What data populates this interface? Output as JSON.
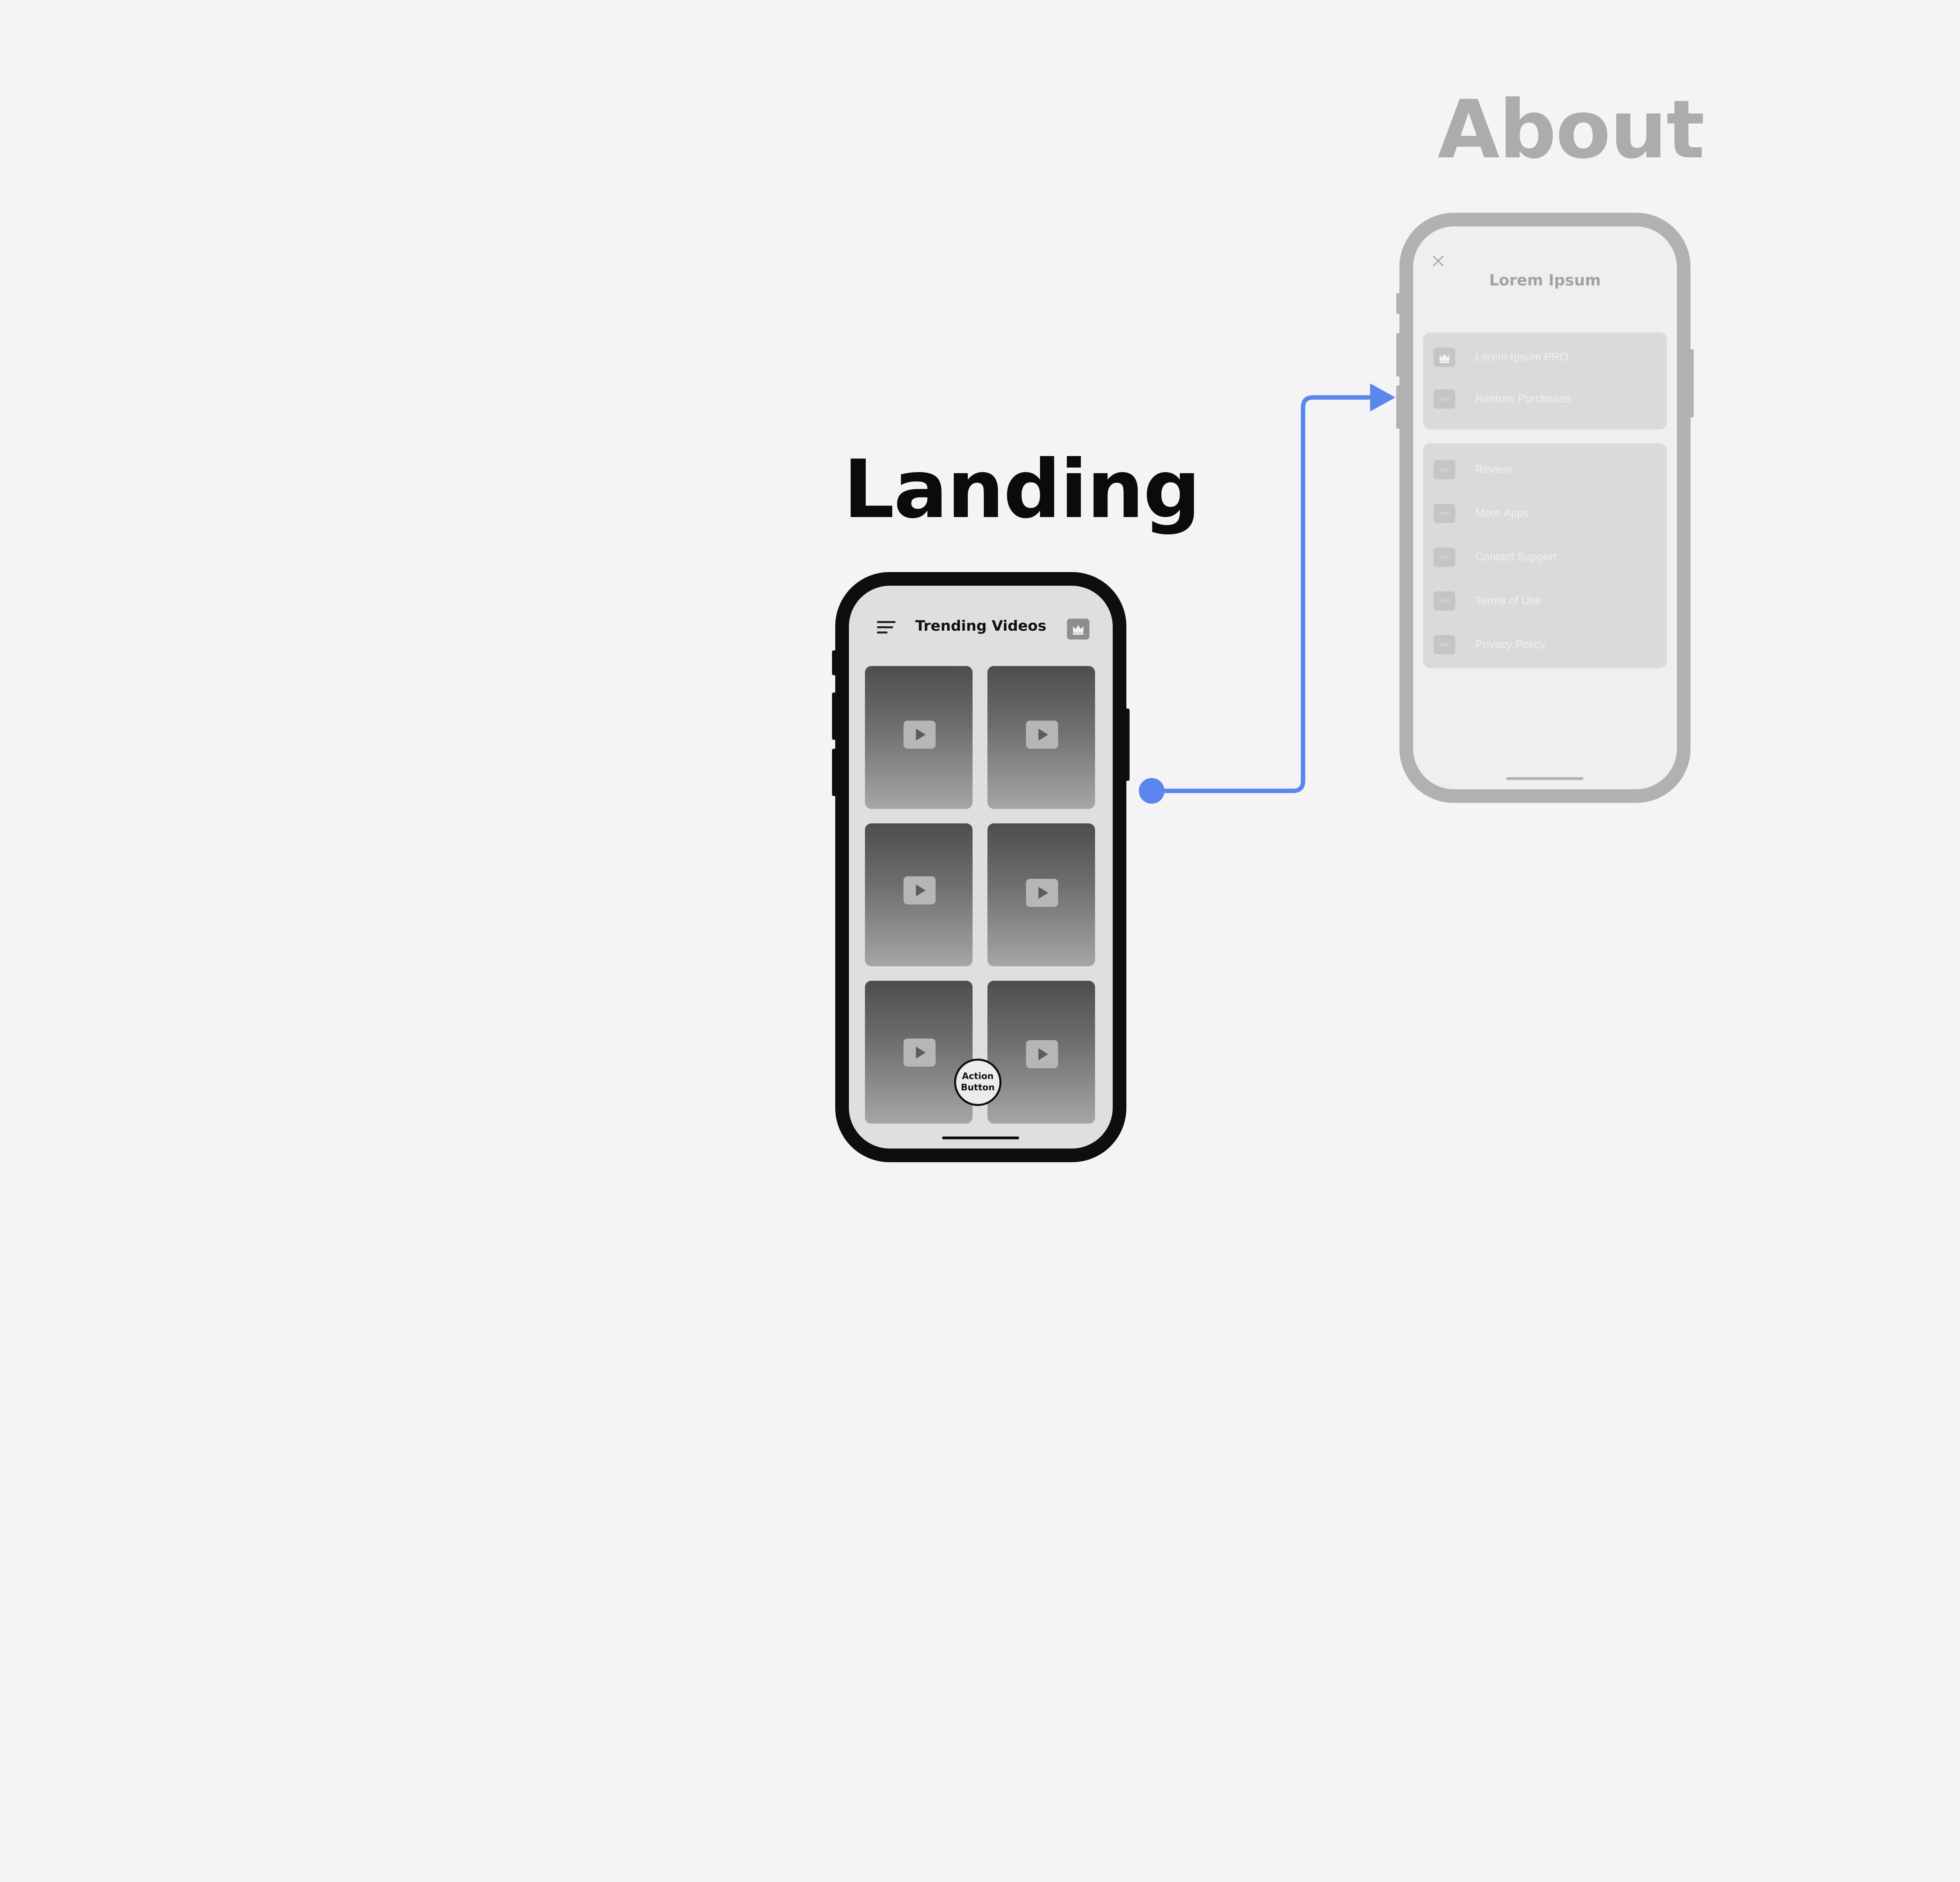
{
  "screens": {
    "landing": {
      "title": "Landing",
      "header_title": "Trending Videos",
      "action_button_label": "Action\nButton",
      "grid": [
        {
          "item": "video-1"
        },
        {
          "item": "video-2"
        },
        {
          "item": "video-3"
        },
        {
          "item": "video-4"
        },
        {
          "item": "video-5"
        },
        {
          "item": "video-6"
        }
      ],
      "icons": [
        "menu-icon",
        "crown-icon",
        "play-icon"
      ]
    },
    "about": {
      "title": "About",
      "header_title": "Lorem Ipsum",
      "group_1": [
        {
          "icon": "crown-icon",
          "label": "Lorem Ipsum PRO"
        },
        {
          "icon": "icon",
          "label": "Restore Purchases"
        }
      ],
      "group_2": [
        {
          "icon": "icon",
          "label": "Review"
        },
        {
          "icon": "icon",
          "label": "More Apps"
        },
        {
          "icon": "icon",
          "label": "Contact Support"
        },
        {
          "icon": "icon",
          "label": "Terms of Use"
        },
        {
          "icon": "icon",
          "label": "Privacy Policy"
        }
      ],
      "icons": [
        "close-icon"
      ]
    }
  },
  "connector": {
    "from": "landing",
    "to": "about",
    "color": "#5a86ee"
  },
  "colors": {
    "canvas": "#f4f4f6",
    "active_phone": "#0e0e0e",
    "inactive_phone": "#b1b1b1",
    "accent": "#5a86ee"
  }
}
